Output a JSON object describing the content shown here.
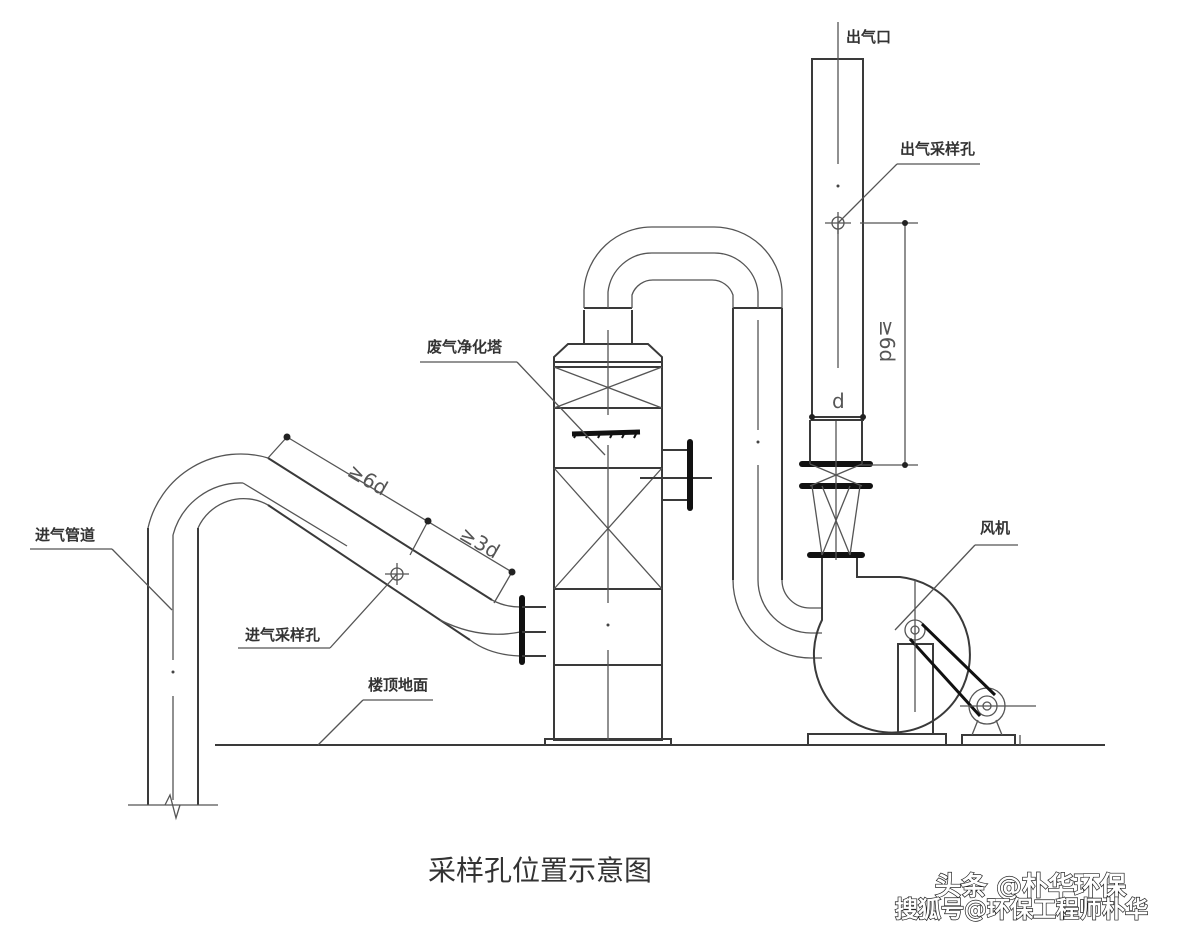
{
  "diagram": {
    "title": "采样孔位置示意图",
    "labels": {
      "outlet": "出气口",
      "outlet_sampling_hole": "出气采样孔",
      "purifier_tower": "废气净化塔",
      "inlet_duct": "进气管道",
      "inlet_sampling_hole": "进气采样孔",
      "roof_ground": "楼顶地面",
      "fan": "风机"
    },
    "dimensions": {
      "upstream_inlet": "≥6d",
      "downstream_inlet": "≥3d",
      "outlet_distance": "≥6d",
      "diameter": "d"
    }
  },
  "watermarks": {
    "toutiao": "头条 @朴华环保",
    "sohu": "搜狐号@环保工程师朴华"
  }
}
